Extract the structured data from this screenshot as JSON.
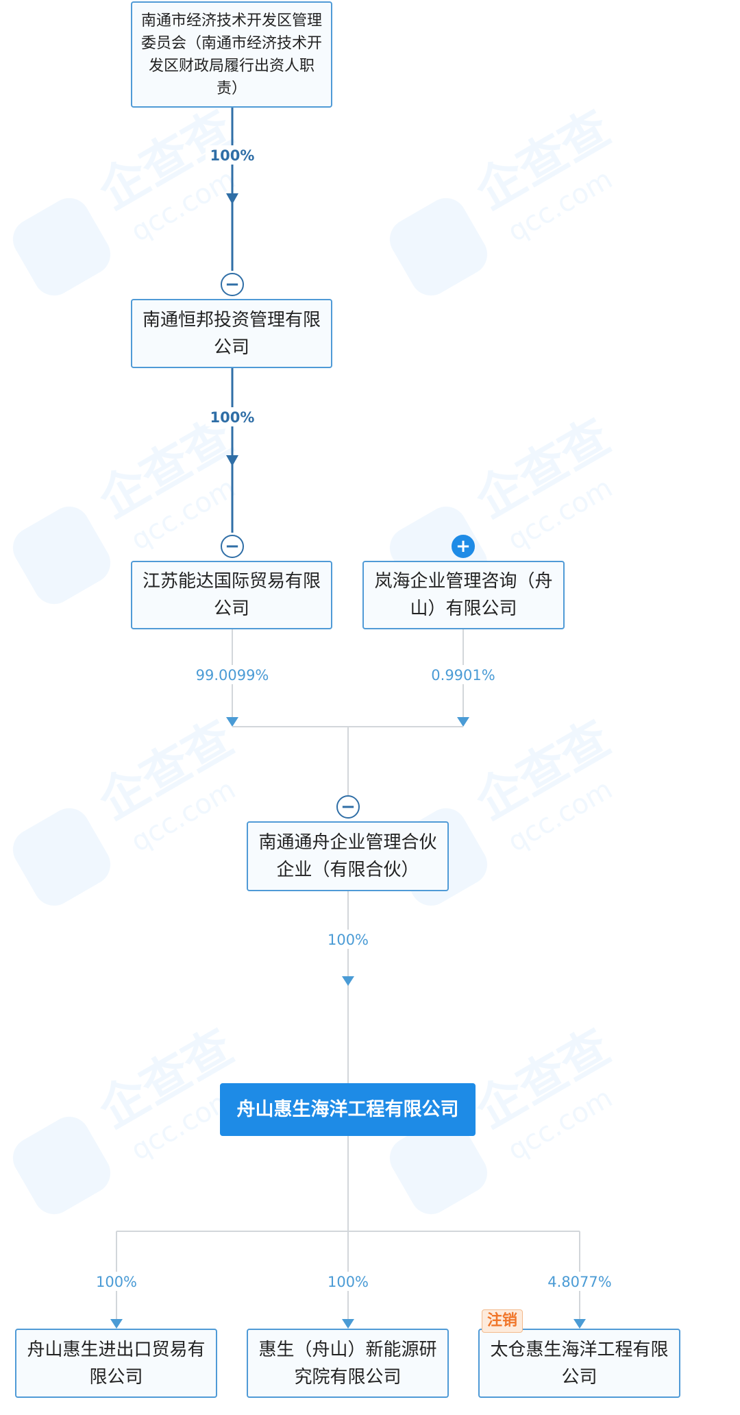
{
  "nodes": {
    "top_shareholder": "南通市经济技术开发区管理委员会（南通市经济技术开发区财政局履行出资人职责）",
    "hengbang": "南通恒邦投资管理有限公司",
    "nengda": "江苏能达国际贸易有限公司",
    "lanhai": "岚海企业管理咨询（舟山）有限公司",
    "tongzhou": "南通通舟企业管理合伙企业（有限合伙）",
    "focus_company": "舟山惠生海洋工程有限公司",
    "sub_trade": "舟山惠生进出口贸易有限公司",
    "sub_energy": "惠生（舟山）新能源研究院有限公司",
    "sub_taicang": "太仓惠生海洋工程有限公司"
  },
  "edges": {
    "top_to_hengbang": "100%",
    "hengbang_to_nengda": "100%",
    "nengda_to_tongzhou": "99.0099%",
    "lanhai_to_tongzhou": "0.9901%",
    "tongzhou_to_focus": "100%",
    "focus_to_trade": "100%",
    "focus_to_energy": "100%",
    "focus_to_taicang": "4.8077%"
  },
  "badges": {
    "taicang_status": "注销"
  },
  "toggles": {
    "minus": "−",
    "plus": "+"
  },
  "watermark": {
    "brand": "企查查",
    "domain": "qcc.com"
  },
  "colors": {
    "dark_line": "#2f6ea6",
    "light_line": "#4a9bd5",
    "gray_line": "#d2d6da",
    "node_border": "#4f9ad6",
    "focus_fill": "#1e8be6",
    "badge_text": "#f0762a"
  }
}
